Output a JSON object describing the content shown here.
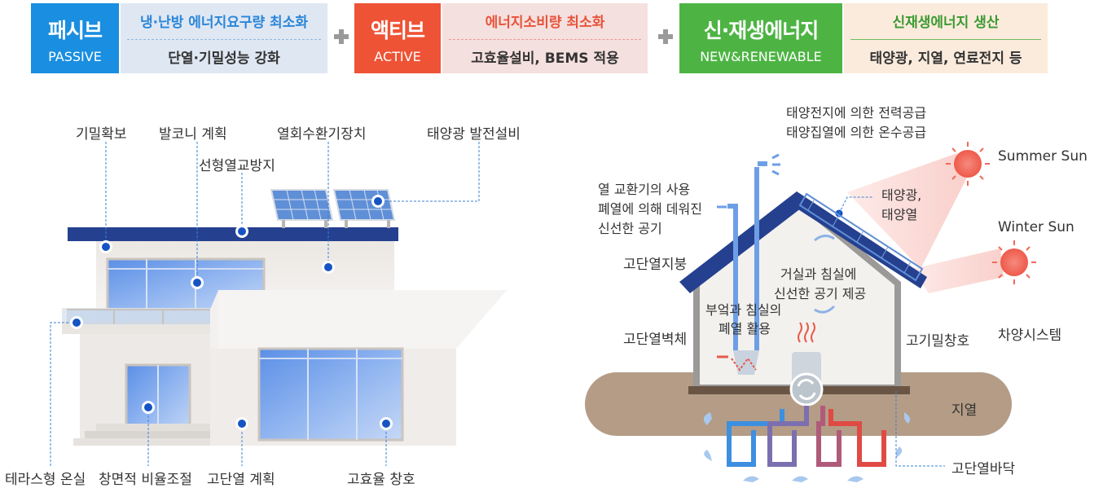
{
  "banner": {
    "passive": {
      "title": "패시브",
      "subtitle": "PASSIVE",
      "line1": "냉·난방 에너지요구량 최소화",
      "line2": "단열·기밀성능 강화"
    },
    "active": {
      "title": "액티브",
      "subtitle": "ACTIVE",
      "line1": "에너지소비량 최소화",
      "line2": "고효율설비, BEMS 적용"
    },
    "renewable": {
      "title": "신·재생에너지",
      "subtitle": "NEW&RENEWABLE",
      "line1": "신재생에너지 생산",
      "line2": "태양광, 지열, 연료전지 등"
    }
  },
  "building_labels": {
    "airtight": "기밀확보",
    "balcony": "발코니 계획",
    "heat_recovery": "열회수환기장치",
    "solar_pv": "태양광 발전설비",
    "thermal_bridge": "선형열교방지",
    "terrace": "테라스형 온실",
    "window_ratio": "창면적 비율조절",
    "insulation": "고단열 계획",
    "high_eff_window": "고효율 창호"
  },
  "house_labels": {
    "solar_cell": "태양전지에 의한 전력공급",
    "solar_collector": "태양집열에 의한 온수공급",
    "summer_sun": "Summer Sun",
    "winter_sun": "Winter Sun",
    "hx_line1": "열 교환기의 사용",
    "hx_line2": "폐열에 의해 데워진",
    "hx_line3": "신선한 공기",
    "solar_line1": "태양광,",
    "solar_line2": "태양열",
    "roof": "고단열지붕",
    "living_line1": "거실과 침실에",
    "living_line2": "신선한 공기 제공",
    "waste_line1": "부엌과 침실의",
    "waste_line2": "폐열 활용",
    "wall": "고단열벽체",
    "window": "고기밀창호",
    "shade": "차양시스템",
    "geothermal": "지열",
    "floor": "고단열바닥"
  },
  "colors": {
    "passive": "#1a8ee0",
    "passive_light": "#dfe7f3",
    "active": "#ee5336",
    "active_light": "#f4e0de",
    "renewable": "#4db443",
    "renewable_light": "#fbebdc",
    "leader": "#3a82d6",
    "sun": "#f06a5a"
  }
}
